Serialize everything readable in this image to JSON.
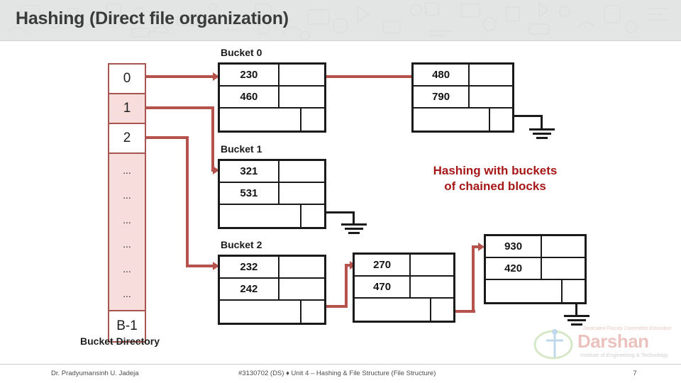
{
  "header": {
    "title": "Hashing (Direct file organization)",
    "background_color": "#e3e4e4"
  },
  "diagram": {
    "accent_color": "#b5524c",
    "directory_border_color": "#a85550",
    "directory_fill_color": "#f7dedd",
    "block_border_color": "#1a1a1a",
    "caption": "Bucket Directory",
    "directory": [
      {
        "label": "0",
        "highlight": false
      },
      {
        "label": "1",
        "highlight": true
      },
      {
        "label": "2",
        "highlight": false
      },
      {
        "label": "...",
        "highlight": true
      },
      {
        "label": "...",
        "highlight": true
      },
      {
        "label": "...",
        "highlight": true
      },
      {
        "label": "...",
        "highlight": true
      },
      {
        "label": "...",
        "highlight": true
      },
      {
        "label": "...",
        "highlight": true
      },
      {
        "label": "B-1",
        "highlight": false
      }
    ],
    "buckets": [
      {
        "label": "Bucket 0",
        "blocks": [
          {
            "values": [
              "230",
              "460"
            ],
            "terminates": false
          },
          {
            "values": [
              "480",
              "790"
            ],
            "terminates": true
          }
        ]
      },
      {
        "label": "Bucket 1",
        "blocks": [
          {
            "values": [
              "321",
              "531"
            ],
            "terminates": true
          }
        ]
      },
      {
        "label": "Bucket 2",
        "blocks": [
          {
            "values": [
              "232",
              "242"
            ],
            "terminates": false
          },
          {
            "values": [
              "270",
              "470"
            ],
            "terminates": false
          },
          {
            "values": [
              "930",
              "420"
            ],
            "terminates": true
          }
        ]
      }
    ]
  },
  "callout": {
    "line1": "Hashing with buckets",
    "line2": "of chained blocks",
    "color": "#a61818"
  },
  "footer": {
    "author": "Dr. Pradyumansinh U. Jadeja",
    "course": "#3130702 (DS)  ♦  Unit 4 – Hashing & File Structure (File Structure)",
    "page": "7"
  },
  "logo": {
    "tagline": "Dedicated Faculty Committed Education",
    "name": "Darshan",
    "subtitle": "Institute of Engineering & Technology"
  }
}
